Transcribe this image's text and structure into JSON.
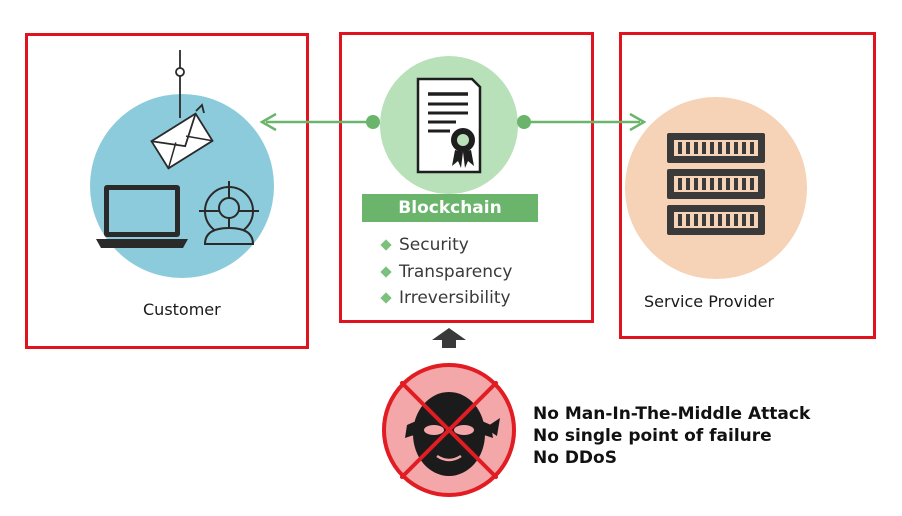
{
  "customer": {
    "label": "Customer"
  },
  "service_provider": {
    "label": "Service Provider"
  },
  "blockchain": {
    "title": "Blockchain",
    "features": [
      "Security",
      "Transparency",
      "Irreversibility"
    ]
  },
  "attacks_prevented": [
    "No Man-In-The-Middle Attack",
    "No single point of failure",
    "No DDoS"
  ],
  "colors": {
    "frame": "#e0141e",
    "connector_green": "#6ab56b",
    "customer_circle": "#8ccbdb",
    "blockchain_circle": "#b8e0b9",
    "provider_circle": "#f6d2b6",
    "attack_circle": "#f3a7a9",
    "icon_dark": "#2a2a2a"
  },
  "icons": [
    "envelope-icon",
    "fishing-hook-icon",
    "laptop-icon",
    "target-person-icon",
    "certificate-icon",
    "server-rack-icon",
    "masked-hacker-icon",
    "up-arrow-icon"
  ]
}
